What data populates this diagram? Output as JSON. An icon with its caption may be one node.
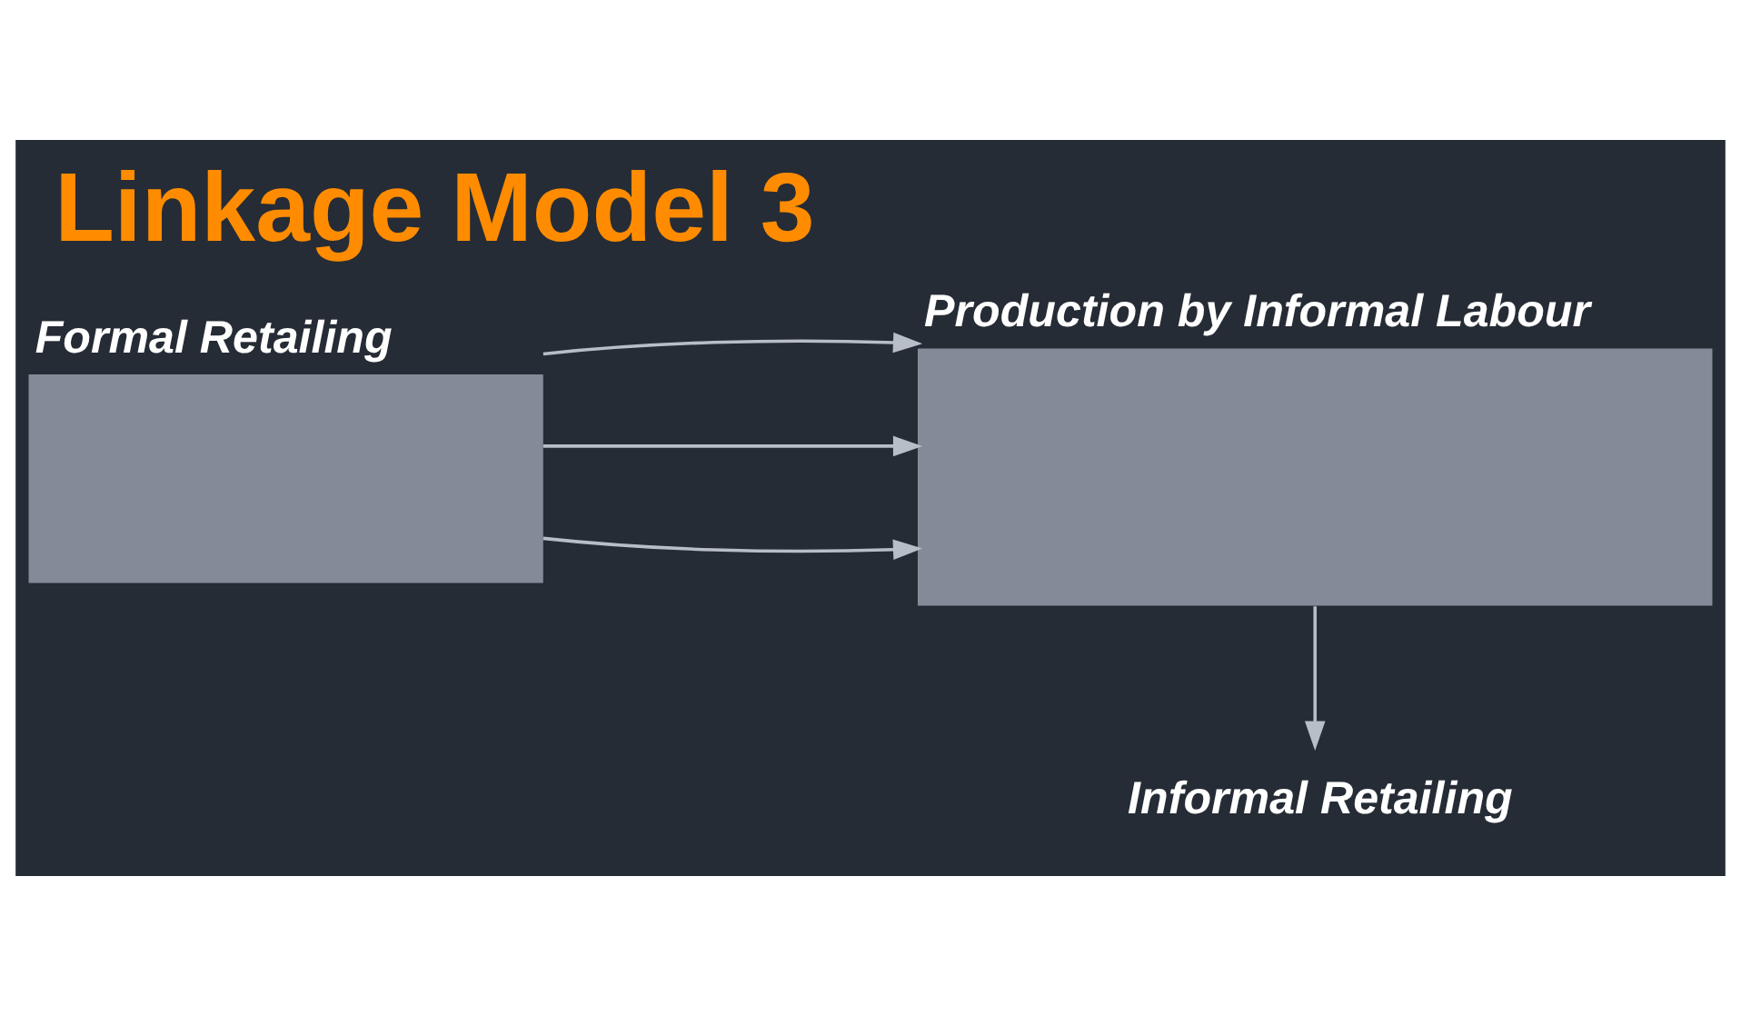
{
  "diagram": {
    "title": "Linkage Model 3",
    "nodes": [
      {
        "text": [
          "Formal Retailing"
        ]
      },
      {
        "text": [
          "Production by Informal Labour"
        ]
      },
      {
        "text": [
          "Informal Retailing"
        ]
      }
    ],
    "edges": [
      {
        "from": 0,
        "to": 1,
        "arrow": "to"
      },
      {
        "from": 0,
        "to": 1,
        "arrow": "to"
      },
      {
        "from": 0,
        "to": 1,
        "arrow": "to"
      },
      {
        "from": 1,
        "to": 2,
        "arrow": "to"
      }
    ]
  }
}
